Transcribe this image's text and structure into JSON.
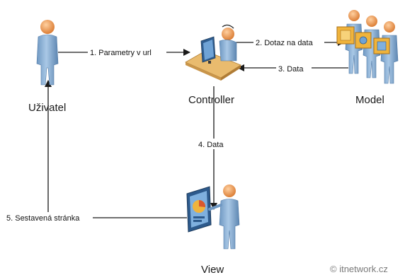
{
  "nodes": {
    "user": {
      "label": "Uživatel"
    },
    "controller": {
      "label": "Controller"
    },
    "model": {
      "label": "Model"
    },
    "view": {
      "label": "View"
    }
  },
  "edges": [
    {
      "from": "user",
      "to": "controller",
      "label": "1. Parametry v url"
    },
    {
      "from": "controller",
      "to": "model",
      "label": "2. Dotaz na data"
    },
    {
      "from": "model",
      "to": "controller",
      "label": "3. Data"
    },
    {
      "from": "controller",
      "to": "view",
      "label": "4. Data"
    },
    {
      "from": "view",
      "to": "user",
      "label": "5. Sestavená stránka"
    }
  ],
  "watermark": "© itnetwork.cz",
  "colors": {
    "person_body": "#8fb4d8",
    "person_head": "#f2a25c",
    "line": "#1a1a1a",
    "desk": "#e8b86a"
  }
}
